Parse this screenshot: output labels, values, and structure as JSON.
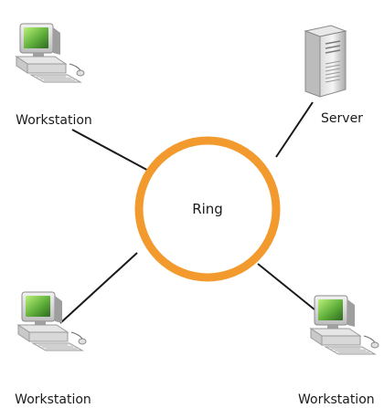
{
  "diagram": {
    "ring": {
      "label": "Ring",
      "color": "#f29a2e"
    },
    "link_color": "#1a1a1a",
    "nodes": [
      {
        "type": "workstation",
        "label": "Workstation",
        "icon": "workstation-icon"
      },
      {
        "type": "server",
        "label": "Server",
        "icon": "server-icon"
      },
      {
        "type": "workstation",
        "label": "Workstation",
        "icon": "workstation-icon"
      },
      {
        "type": "workstation",
        "label": "Workstation",
        "icon": "workstation-icon"
      }
    ]
  }
}
